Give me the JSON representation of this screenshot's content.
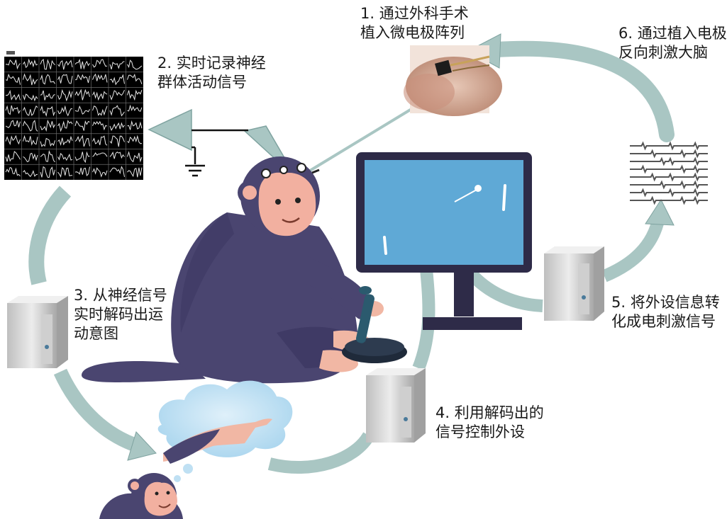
{
  "steps": {
    "s1": {
      "line1": "1. 通过外科手术",
      "line2": "植入微电极阵列"
    },
    "s2": {
      "line1": "2. 实时记录神经",
      "line2": "群体活动信号"
    },
    "s3": {
      "line1": "3. 从神经信号",
      "line2": "实时解码出运",
      "line3": "动意图"
    },
    "s4": {
      "line1": "4. 利用解码出的",
      "line2": "信号控制外设"
    },
    "s5": {
      "line1": "5. 将外设信息转",
      "line2": "化成电刺激信号"
    },
    "s6": {
      "line1": "6. 通过植入电极",
      "line2": "反向刺激大脑"
    }
  },
  "icons": {
    "cycle_arrows": "curved-arrow-icon",
    "ground": "ground-symbol-icon",
    "amplifier": "amplifier-triangle-icon",
    "computer": "computer-tower-icon",
    "monitor": "monitor-icon",
    "joystick": "joystick-icon"
  },
  "colors": {
    "arrow": "#a9c6c3",
    "arrow_edge": "#7fa3a0",
    "monkey": "#4a4570",
    "monkey_dark": "#3a3560",
    "monkey_face": "#f2b0a0",
    "screen": "#5fa9d6",
    "monitor_frame": "#2e2b48",
    "tower": "#d8d8d8",
    "thought_cloud": "#bfe0f3"
  }
}
